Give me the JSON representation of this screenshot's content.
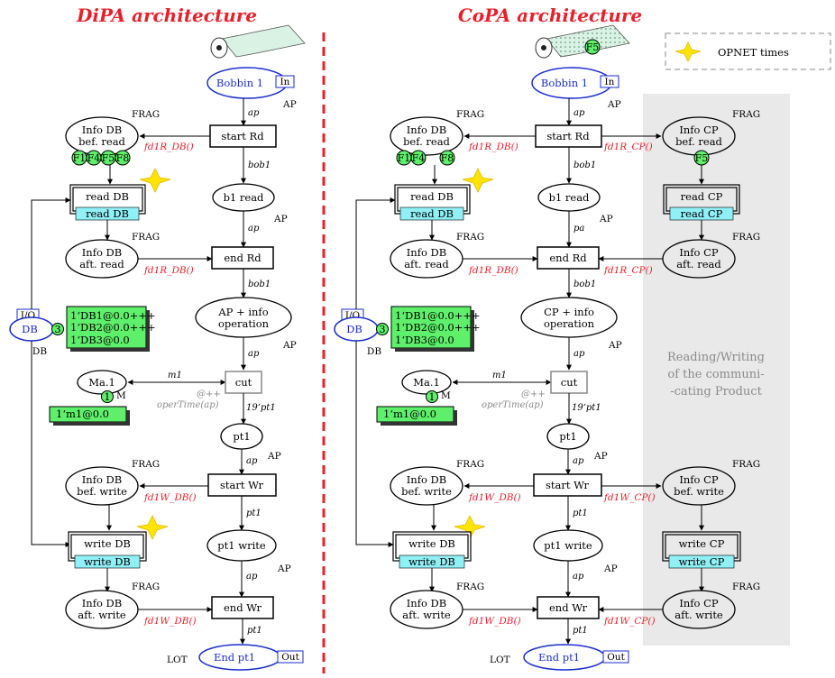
{
  "titles": {
    "dipa": "DiPA architecture",
    "copa": "CoPA architecture"
  },
  "legend": {
    "label": "OPNET times"
  },
  "common": {
    "bobbin": "Bobbin 1",
    "in_tag": "In",
    "ap": "AP",
    "frag": "FRAG",
    "info_bef_read": [
      "Info DB",
      "bef. read"
    ],
    "start_rd": "start Rd",
    "fd1r_db": "fd1R_DB()",
    "bob1": "bob1",
    "b1_read": "b1 read",
    "read_db": "read DB",
    "info_aft_read": [
      "Info DB",
      "aft. read"
    ],
    "end_rd": "end Rd",
    "io": "I/O",
    "db": "DB",
    "db_count": "3",
    "db_tokens": [
      "1‘DB1@0.0+++",
      "1‘DB2@0.0+++",
      "1‘DB3@0.0"
    ],
    "ma1": "Ma.1",
    "m": "M",
    "m1": "m1",
    "m1_token": "1‘m1@0.0",
    "one": "1",
    "cut": "cut",
    "at_pp": "@++",
    "oper_time": "operTime(ap)",
    "pt1_19": "19‘pt1",
    "pt1": "pt1",
    "info_bef_write": [
      "Info DB",
      "bef. write"
    ],
    "start_wr": "start Wr",
    "fd1w_db": "fd1W_DB()",
    "pt1_write": "pt1 write",
    "write_db": "write DB",
    "info_aft_write": [
      "Info DB",
      "aft. write"
    ],
    "end_wr": "end Wr",
    "lot": "LOT",
    "end_pt1": "End pt1",
    "out_tag": "Out",
    "arc_ap": "ap",
    "arc_bob1": "bob1",
    "arc_pa": "pa",
    "arc_pt1": "pt1"
  },
  "dipa": {
    "op": [
      "AP + info",
      "operation"
    ],
    "frag_tokens": [
      "F1",
      "F4",
      "F5",
      "F8"
    ]
  },
  "copa": {
    "op": [
      "CP + info",
      "operation"
    ],
    "frag_tokens": [
      "F1",
      "F4",
      "F8"
    ],
    "bobbin_token": "F5",
    "info_cp_bef_read": [
      "Info CP",
      "bef. read"
    ],
    "fd1r_cp": "fd1R_CP()",
    "cp_token": "F5",
    "read_cp": "read CP",
    "info_cp_aft_read": [
      "Info CP",
      "aft. read"
    ],
    "info_cp_bef_write": [
      "Info CP",
      "bef. write"
    ],
    "fd1w_cp": "fd1W_CP()",
    "write_cp": "write CP",
    "info_cp_aft_write": [
      "Info CP",
      "aft. write"
    ],
    "rw_note": [
      "Reading/Writing",
      "of the communi-",
      "-cating Product"
    ]
  },
  "colors": {
    "red": "#e8202a",
    "blue": "#1a2ed0",
    "green": "#5ef06a",
    "cyan": "#8ff0f6",
    "star": "#ffe400",
    "panel": "#e9e9e9"
  }
}
